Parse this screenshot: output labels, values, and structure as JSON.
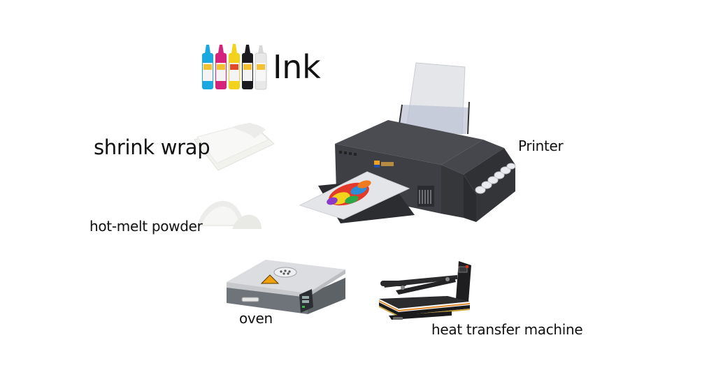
{
  "items": [
    {
      "id": "ink",
      "label": "Ink",
      "icon": "ink-bottles-icon",
      "bottle_colors": [
        "#19a9e0",
        "#d4237a",
        "#f2d21b",
        "#1b1b1f",
        "#e8e8e8"
      ]
    },
    {
      "id": "shrink_wrap",
      "label": "shrink wrap",
      "icon": "film-sheets-icon"
    },
    {
      "id": "hot_melt_powder",
      "label": "hot-melt powder",
      "icon": "powder-pile-icon"
    },
    {
      "id": "printer",
      "label": "Printer",
      "icon": "dtf-printer-icon"
    },
    {
      "id": "oven",
      "label": "oven",
      "icon": "curing-oven-icon"
    },
    {
      "id": "heat_transfer_machine",
      "label": "heat transfer machine",
      "icon": "heat-press-icon"
    }
  ],
  "colors": {
    "background": "#ffffff",
    "text": "#111111",
    "printer_body": "#3d3f44",
    "oven_lid": "#dcdde0",
    "oven_base": "#6e7479",
    "press_body": "#1e1e20",
    "press_stripe": "#e0892a"
  }
}
